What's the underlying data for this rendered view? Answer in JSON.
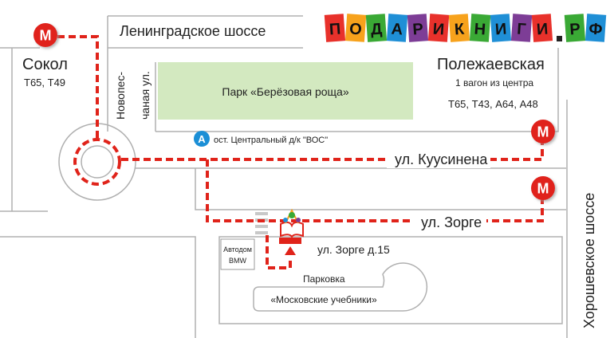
{
  "logo": {
    "letters": [
      "П",
      "О",
      "Д",
      "А",
      "Р",
      "И",
      "К",
      "Н",
      "И",
      "Г",
      "И",
      ".",
      "Р",
      "Ф"
    ],
    "colors": [
      "#e8312b",
      "#f7a21c",
      "#3aa935",
      "#1f8fd6",
      "#7d3d96",
      "#e8312b",
      "#f7a21c",
      "#3aa935",
      "#1f8fd6",
      "#7d3d96",
      "#e8312b",
      "#f7a21c",
      "#3aa935",
      "#1f8fd6"
    ]
  },
  "streets": {
    "leningradskoe": "Ленинградское шоссе",
    "novopeschanaya": [
      "Новопес-",
      "чаная ул."
    ],
    "kuusinena": "ул. Куусинена",
    "zorge": "ул. Зорге",
    "khoroshevskoe": "Хорошевское шоссе"
  },
  "metro": {
    "sokol": {
      "name": "Сокол",
      "transport": "Т65, Т49"
    },
    "polezhaevskaya": {
      "name": "Полежаевская",
      "note": "1 вагон из центра",
      "transport": "Т65, Т43, А64, А48"
    },
    "icon_letter": "М"
  },
  "park": {
    "label": "Парк «Берёзовая роща»"
  },
  "bus_stop": {
    "icon_letter": "А",
    "label": "ост. Центральный д/к \"ВОС\""
  },
  "destination": {
    "label": "ул. Зорге д.15"
  },
  "autodom": {
    "line1": "Автодом",
    "line2": "BMW"
  },
  "parking": {
    "label": "Парковка"
  },
  "shop": {
    "label": "«Московские учебники»"
  },
  "colors": {
    "route": "#e0231a",
    "metro": "#e0231a",
    "bus": "#1b8fd6",
    "park": "#d3e9c0",
    "road_edge": "#b0b0b0"
  }
}
